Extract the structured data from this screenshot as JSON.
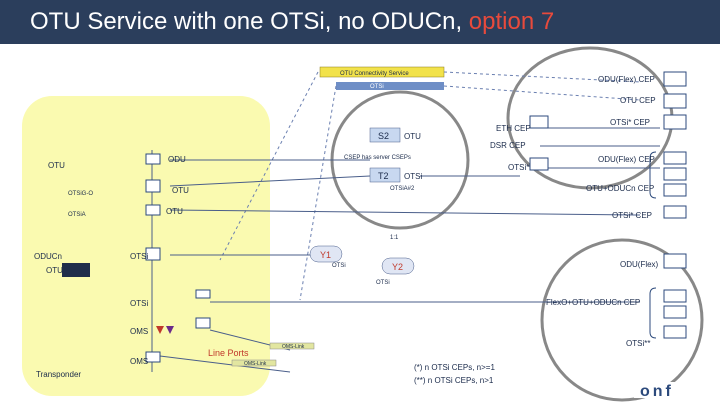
{
  "title": {
    "main": "OTU Service with one OTSi, no ODUCn, ",
    "accent": "option 7"
  },
  "colors": {
    "title_bg": "#2b3e5c",
    "accent": "#e84a3c",
    "yellow_panel": "#fafab0",
    "svc_bar": "#f2e24a",
    "blue_bar": "#6e8ec6"
  },
  "service": {
    "name": "OTU Connectivity Service",
    "otsi": "OTSi"
  },
  "left_labels": {
    "otu": "OTU",
    "otsig_o": "OTSiG-O",
    "otsia": "OTSiA",
    "oducn": "ODUCn",
    "otu_bottom": "OTU",
    "transponder": "Transponder"
  },
  "stack_labels": {
    "odu": "ODU",
    "otu1": "OTU",
    "otu2": "OTU",
    "otsi": "OTSi",
    "otsi2": "OTSi",
    "oms": "OMS",
    "oms2": "OMS"
  },
  "center": {
    "s2": "S2",
    "s2_otu": "OTU",
    "csep": "CSEP has server CSEPs",
    "t2": "T2",
    "t2_otsi": "OTSi",
    "otsia2": "OTSiA#2",
    "y1": "Y1",
    "y1_otsi": "OTSi",
    "y2": "Y2",
    "y2_otsi": "OTSi",
    "ratio": "1:1",
    "line_ports": "Line Ports",
    "oms_link": "OMS-Link",
    "oms_link2": "OMS-Link"
  },
  "right": {
    "oduflex_cep": "ODU(Flex) CEP",
    "otu_cep": "OTU CEP",
    "otsi_cep": "OTSi* CEP",
    "eth_cep": "ETH CEP",
    "dsr_cep": "DSR CEP",
    "otsi_star": "OTSi*",
    "oduflex_cep2": "ODU(Flex) CEP",
    "otu_oducn_cep": "OTU+ODUCn CEP",
    "otsi_cep2": "OTSi* CEP",
    "oduflex": "ODU(Flex)",
    "flexo_cep": "FlexO+OTU+ODUCn CEP",
    "otsi_2star": "OTSi**"
  },
  "notes": {
    "n1": "(*) n OTSi CEPs, n>=1",
    "n2": "(**) n OTSi CEPs, n>1"
  },
  "logo": "onf"
}
